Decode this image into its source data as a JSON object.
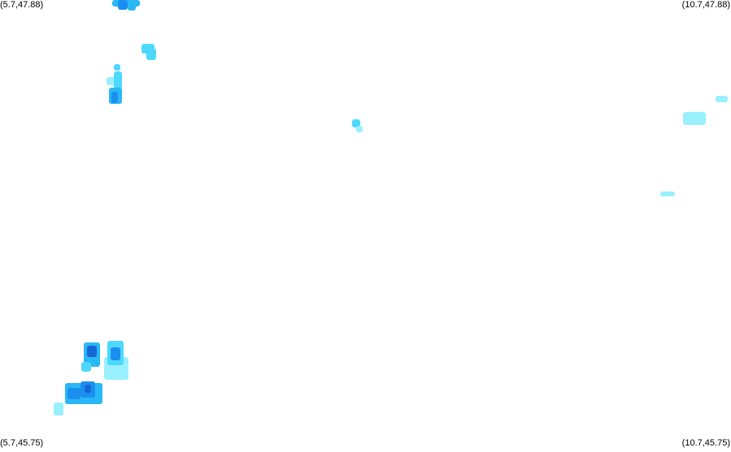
{
  "corners": {
    "top_left": "(5.7,47.88)",
    "top_right": "(10.7,47.88)",
    "bottom_left": "(5.7,45.75)",
    "bottom_right": "(10.7,45.75)"
  },
  "colors": {
    "background": "#ffffff",
    "level_light": "#99f0ff",
    "level_low": "#4dd9ff",
    "level_mid": "#29b8f5",
    "level_high": "#1a8ff0",
    "level_peak": "#1766d6"
  }
}
